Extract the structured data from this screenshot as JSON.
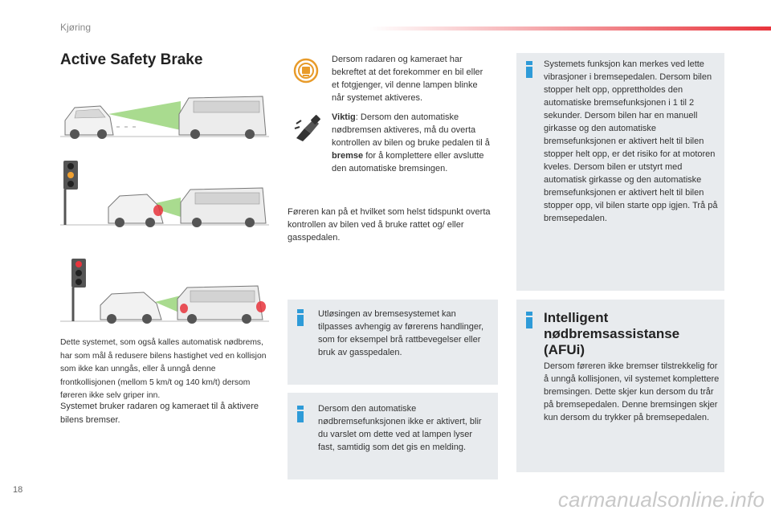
{
  "header": {
    "section": "Kjøring"
  },
  "page": {
    "number": "18",
    "watermark": "carmanualsonline.info"
  },
  "left": {
    "title": "Active Safety Brake",
    "description": "Dette systemet, som også kalles automatisk nødbrems, har som mål å redusere bilens hastighet ved en kollisjon som ikke kan unngås, eller å unngå denne frontkollisjonen (mellom 5 km/t og 140 km/t) dersom føreren ikke selv griper inn.",
    "description2": "Systemet bruker radaren og kameraet til å aktivere bilens bremser."
  },
  "middle": {
    "warning_lamp_text": "Dersom radaren og kameraet har bekreftet at det forekommer en bil eller et fotgjenger, vil denne lampen blinke når systemet aktiveres.",
    "important_label": "Viktig",
    "important_text_1": ": Dersom den automatiske nødbremsen aktiveres, må du overta kontrollen av bilen og bruke pedalen til å ",
    "important_bold": "bremse",
    "important_text_2": " for å komplettere eller avslutte den automatiske bremsingen.",
    "driver_override": "Føreren kan på et hvilket som helst tidspunkt overta kontrollen av bilen ved å bruke rattet og/ eller gasspedalen.",
    "info_trigger": "Utløsingen av bremsesystemet kan tilpasses avhengig av førerens handlinger, som for eksempel brå rattbevegelser eller bruk av gasspedalen.",
    "info_fault": "Dersom den automatiske nødbremsefunksjonen ikke er aktivert, blir du varslet om dette ved at lampen lyser fast, samtidig som det gis en melding."
  },
  "right": {
    "info_vibration": "Systemets funksjon kan merkes ved lette vibrasjoner i bremsepedalen. Dersom bilen stopper helt opp, opprettholdes den automatiske bremsefunksjonen i 1 til 2 sekunder. Dersom bilen har en manuell girkasse og den automatiske bremsefunksjonen er aktivert helt til bilen stopper helt opp, er det risiko for at motoren kveles. Dersom bilen er utstyrt med automatisk girkasse og den automatiske bremsefunksjonen er aktivert helt til bilen stopper opp, vil bilen starte opp igjen. Trå på bremsepedalen.",
    "afu_title": "Intelligent nødbremsassistanse (AFUi)",
    "afu_text": "Dersom føreren ikke bremser tilstrekkelig for å unngå kollisjonen, vil systemet komplettere bremsingen. Dette skjer kun dersom du trår på bremsepedalen. Denne bremsingen skjer kun dersom du trykker på bremsepedalen."
  },
  "colors": {
    "accent_red": "#e8343c",
    "info_blue": "#2e9bd8",
    "box_grey": "#e8ebee",
    "lamp_orange": "#e89b2a"
  },
  "icons": [
    "warning-lamp-icon",
    "brake-foot-icon",
    "info-icon",
    "traffic-light-icon"
  ]
}
